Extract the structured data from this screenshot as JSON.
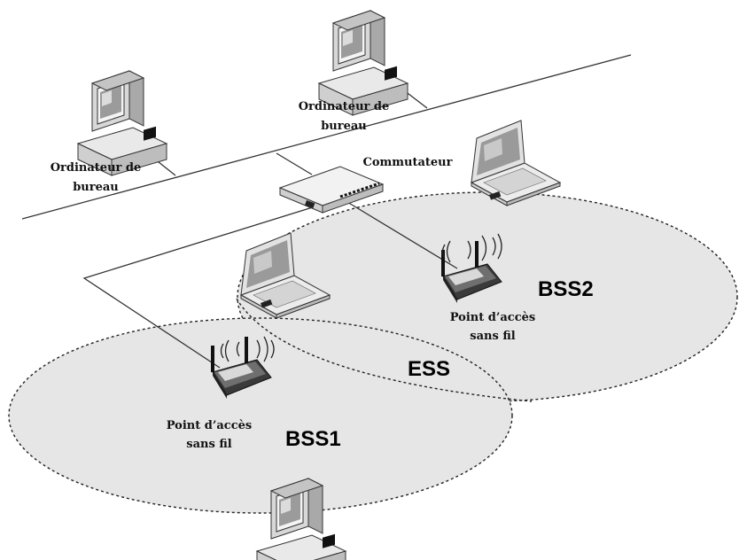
{
  "labels": {
    "desktop_left_line1": "Ordinateur de",
    "desktop_left_line2": "bureau",
    "desktop_top_line1": "Ordinateur de",
    "desktop_top_line2": "bureau",
    "switch": "Commutateur",
    "ap_right_line1": "Point d’accès",
    "ap_right_line2": "sans fil",
    "ap_left_line1": "Point d’accès",
    "ap_left_line2": "sans fil",
    "bss1": "BSS1",
    "bss2": "BSS2",
    "ess": "ESS"
  },
  "colors": {
    "cell_fill": "#e6e6e6",
    "cell_border": "#222222",
    "line": "#333333"
  },
  "icons": [
    "desktop-computer-icon",
    "laptop-icon",
    "switch-icon",
    "access-point-icon"
  ]
}
